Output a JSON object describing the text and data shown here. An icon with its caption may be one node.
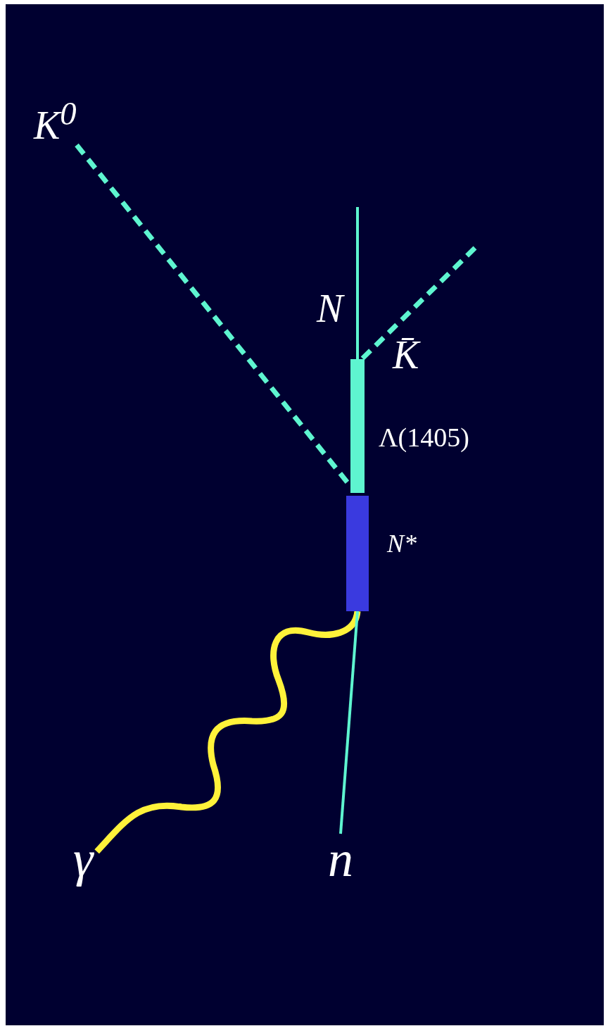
{
  "diagram": {
    "nodes": [
      {
        "text": [
          "K$^{0}$"
        ]
      },
      {
        "text": [
          "Λ(1405)"
        ]
      },
      {
        "text": [
          "N*"
        ]
      },
      {
        "text": [
          "γ"
        ]
      },
      {
        "text": [
          "n"
        ]
      }
    ],
    "edges": [
      {
        "from": 0,
        "to": 1,
        "arrow": "none",
        "style": "dashed"
      },
      {
        "from": null,
        "to": 1,
        "arrow": "none",
        "label": "N"
      },
      {
        "from": null,
        "to": 1,
        "arrow": "none",
        "style": "dashed",
        "label": "K̄"
      },
      {
        "from": 3,
        "to": 2,
        "arrow": "none",
        "color": "#fff23a"
      },
      {
        "from": 4,
        "to": 2,
        "arrow": "none"
      }
    ]
  }
}
